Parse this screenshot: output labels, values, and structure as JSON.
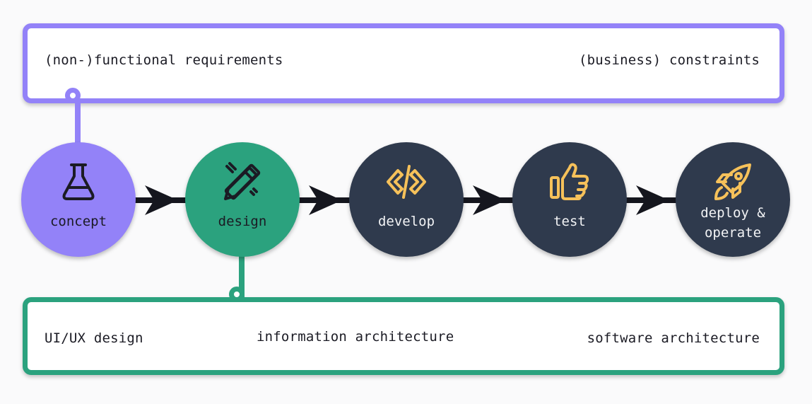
{
  "requirements_box": {
    "left_text": "(non-)functional requirements",
    "right_text": "(business) constraints"
  },
  "design_box": {
    "left_text": "UI/UX design",
    "middle_text": "information architecture",
    "right_text": "software architecture"
  },
  "stages": [
    {
      "label": "concept",
      "icon": "flask-icon",
      "color": "#9382f8"
    },
    {
      "label": "design",
      "icon": "pencil-ruler-icon",
      "color": "#2ba27e"
    },
    {
      "label": "develop",
      "icon": "code-icon",
      "color": "#2f3a4d"
    },
    {
      "label": "test",
      "icon": "thumbs-up-icon",
      "color": "#2f3a4d"
    },
    {
      "label": "deploy &\noperate",
      "icon": "rocket-icon",
      "color": "#2f3a4d"
    }
  ],
  "colors": {
    "purple": "#9382f8",
    "green": "#2ba27e",
    "dark": "#2f3a4d",
    "icon_accent": "#f6c15a",
    "arrow": "#15161e"
  }
}
